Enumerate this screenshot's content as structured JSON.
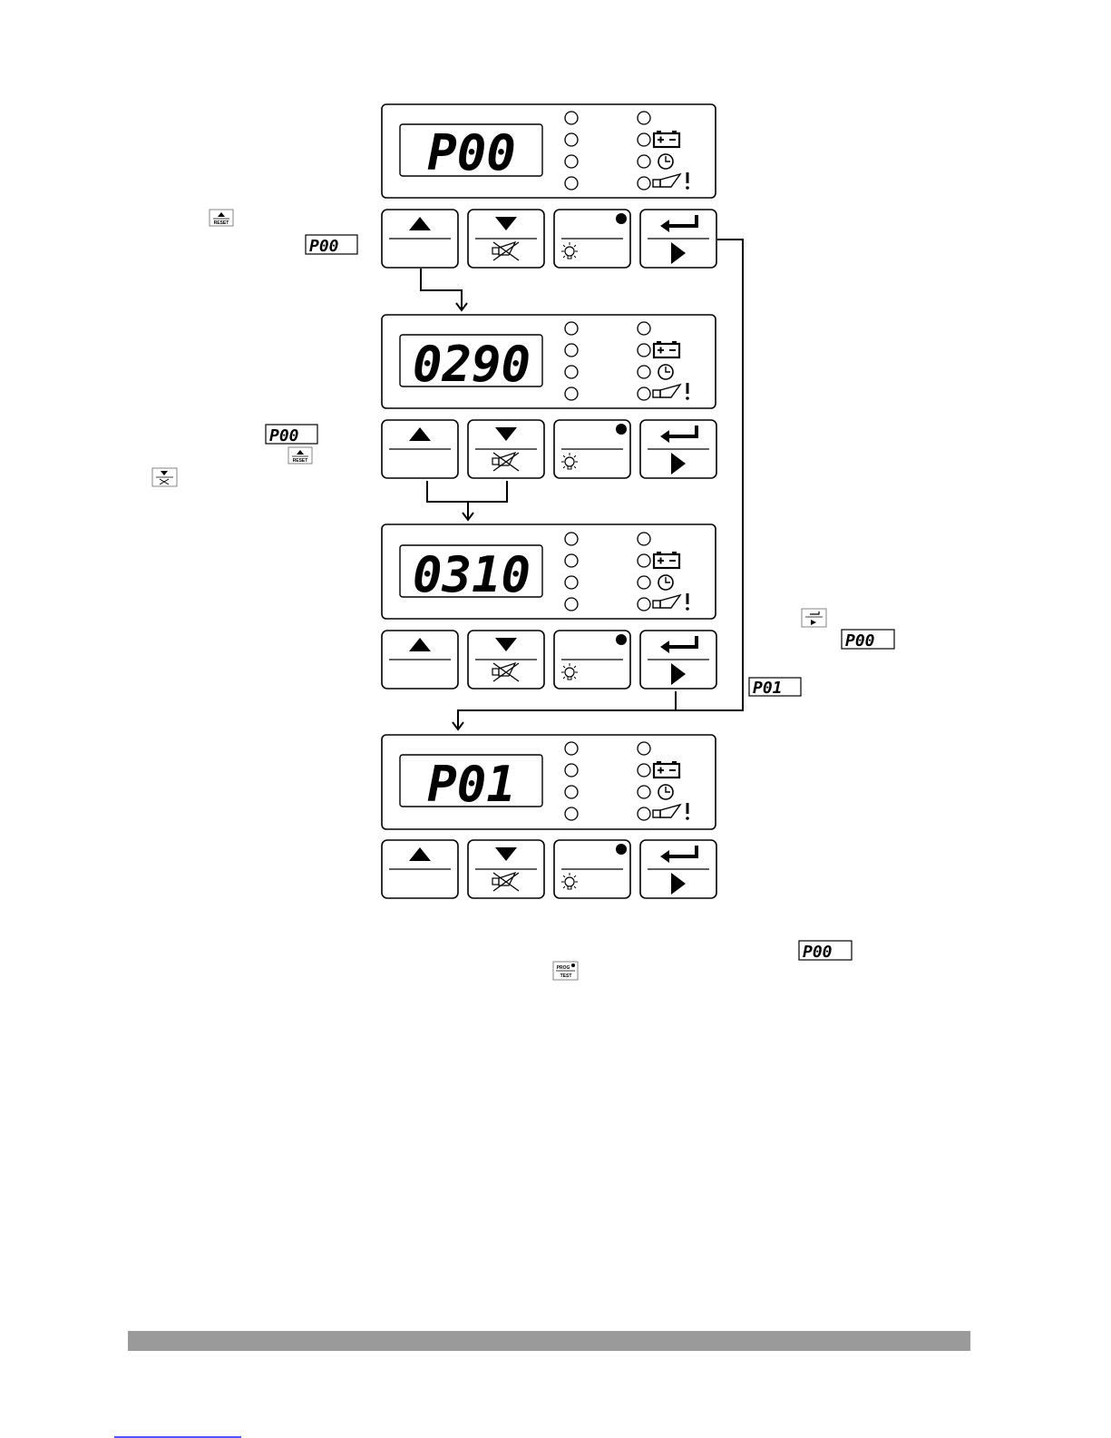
{
  "panels": [
    {
      "display": "P00"
    },
    {
      "display": "0290"
    },
    {
      "display": "0310"
    },
    {
      "display": "P01"
    }
  ],
  "annotations": {
    "left_1": {
      "button_label": "RESET",
      "display": "P00"
    },
    "left_2": {
      "display": "P00",
      "button_label": "RESET"
    },
    "right_1": {
      "display_a": "P00",
      "display_b": "P01"
    },
    "bottom": {
      "display": "P00",
      "button_label_1": "PROG",
      "button_label_2": "TEST"
    }
  },
  "icons": [
    "battery-icon",
    "clock-icon",
    "horn-alarm-icon",
    "lamp-icon",
    "mute-horn-icon",
    "enter-icon",
    "up-arrow-icon",
    "down-arrow-icon"
  ],
  "colors": {
    "line": "#000000",
    "footer_bar": "#9a9a9a",
    "link": "#1a1aff"
  }
}
